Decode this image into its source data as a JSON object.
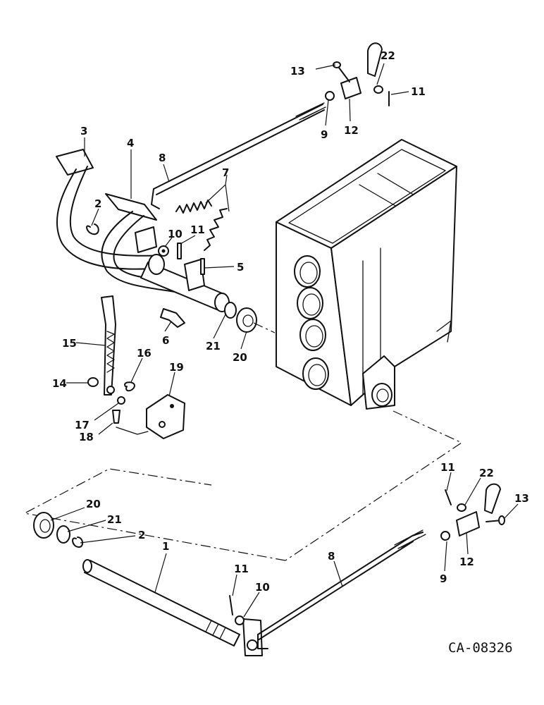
{
  "drawing_code": "CA-08326",
  "callouts": {
    "c1": "1",
    "c2a": "2",
    "c2b": "2",
    "c3": "3",
    "c4": "4",
    "c5": "5",
    "c6": "6",
    "c7": "7",
    "c8a": "8",
    "c8b": "8",
    "c9a": "9",
    "c9b": "9",
    "c10a": "10",
    "c10b": "10",
    "c11a": "11",
    "c11b": "11",
    "c11c": "11",
    "c11d": "11",
    "c12a": "12",
    "c12b": "12",
    "c13a": "13",
    "c13b": "13",
    "c14": "14",
    "c15": "15",
    "c16": "16",
    "c17": "17",
    "c18": "18",
    "c19": "19",
    "c20a": "20",
    "c20b": "20",
    "c21a": "21",
    "c21b": "21",
    "c22a": "22",
    "c22b": "22"
  }
}
